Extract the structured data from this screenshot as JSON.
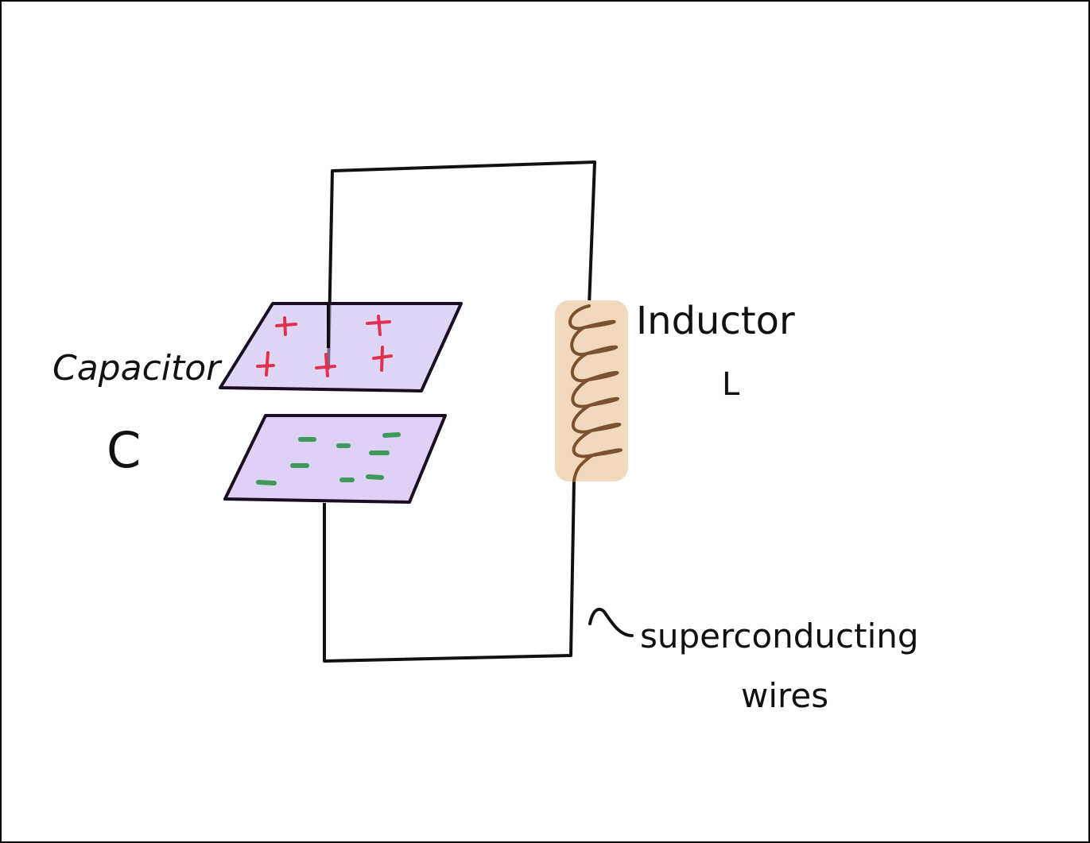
{
  "labels": {
    "capacitor": "Capacitor",
    "capacitor_symbol": "C",
    "inductor": "Inductor",
    "inductor_symbol": "L",
    "wires_line1": "superconducting",
    "wires_line2": "wires"
  },
  "charges": {
    "top_plate": "+",
    "bottom_plate": "-"
  },
  "colors": {
    "wire": "#111111",
    "plate_fill": "#c9b3ef",
    "positive_charge": "#e0314f",
    "negative_charge": "#3d9a5a",
    "coil": "#7a5230",
    "coil_highlight": "#f2d9bd"
  }
}
